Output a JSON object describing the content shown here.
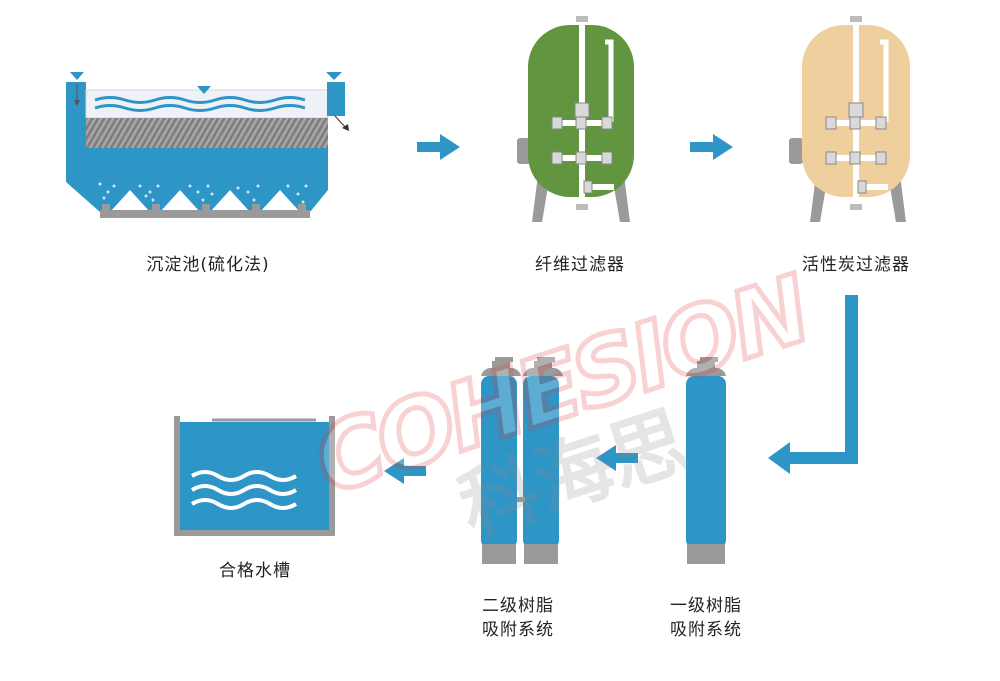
{
  "watermark": {
    "brand": "COHESION",
    "chinese": "科海思"
  },
  "stages": [
    {
      "label": "沉淀池(硫化法)"
    },
    {
      "label": "纤维过滤器"
    },
    {
      "label": "活性炭过滤器"
    },
    {
      "label_line1": "一级树脂",
      "label_line2": "吸附系统"
    },
    {
      "label_line1": "二级树脂",
      "label_line2": "吸附系统"
    },
    {
      "label": "合格水槽"
    }
  ],
  "colors": {
    "primary_blue": "#2e95c7",
    "fiber_filter_green": "#61953f",
    "carbon_filter_tan": "#f0cf9f",
    "gray": "#9a9a9a",
    "watermark_red": "#e0383b"
  }
}
